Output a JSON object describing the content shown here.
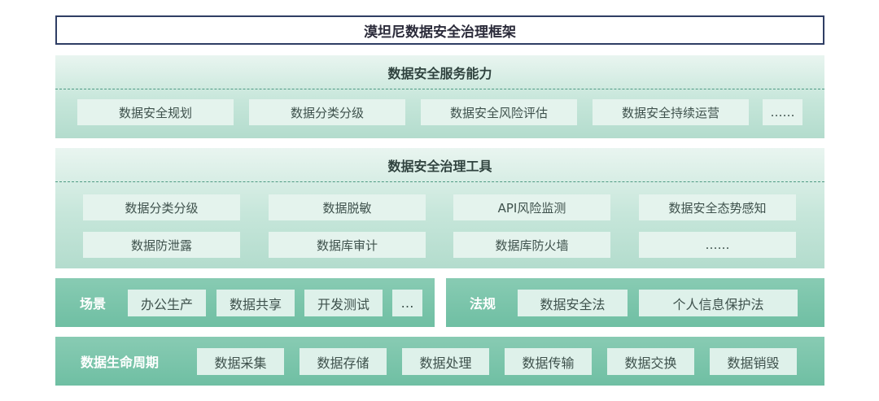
{
  "title": "漠坦尼数据安全治理框架",
  "services": {
    "heading": "数据安全服务能力",
    "items": [
      "数据安全规划",
      "数据分类分级",
      "数据安全风险评估",
      "数据安全持续运营",
      "……"
    ]
  },
  "tools": {
    "heading": "数据安全治理工具",
    "row1": [
      "数据分类分级",
      "数据脱敏",
      "API风险监测",
      "数据安全态势感知"
    ],
    "row2": [
      "数据防泄露",
      "数据库审计",
      "数据库防火墙",
      "……"
    ]
  },
  "scenes": {
    "label": "场景",
    "items": [
      "办公生产",
      "数据共享",
      "开发测试",
      "…"
    ]
  },
  "laws": {
    "label": "法规",
    "items": [
      "数据安全法",
      "个人信息保护法"
    ]
  },
  "lifecycle": {
    "label": "数据生命周期",
    "items": [
      "数据采集",
      "数据存储",
      "数据处理",
      "数据传输",
      "数据交换",
      "数据销毁"
    ]
  }
}
